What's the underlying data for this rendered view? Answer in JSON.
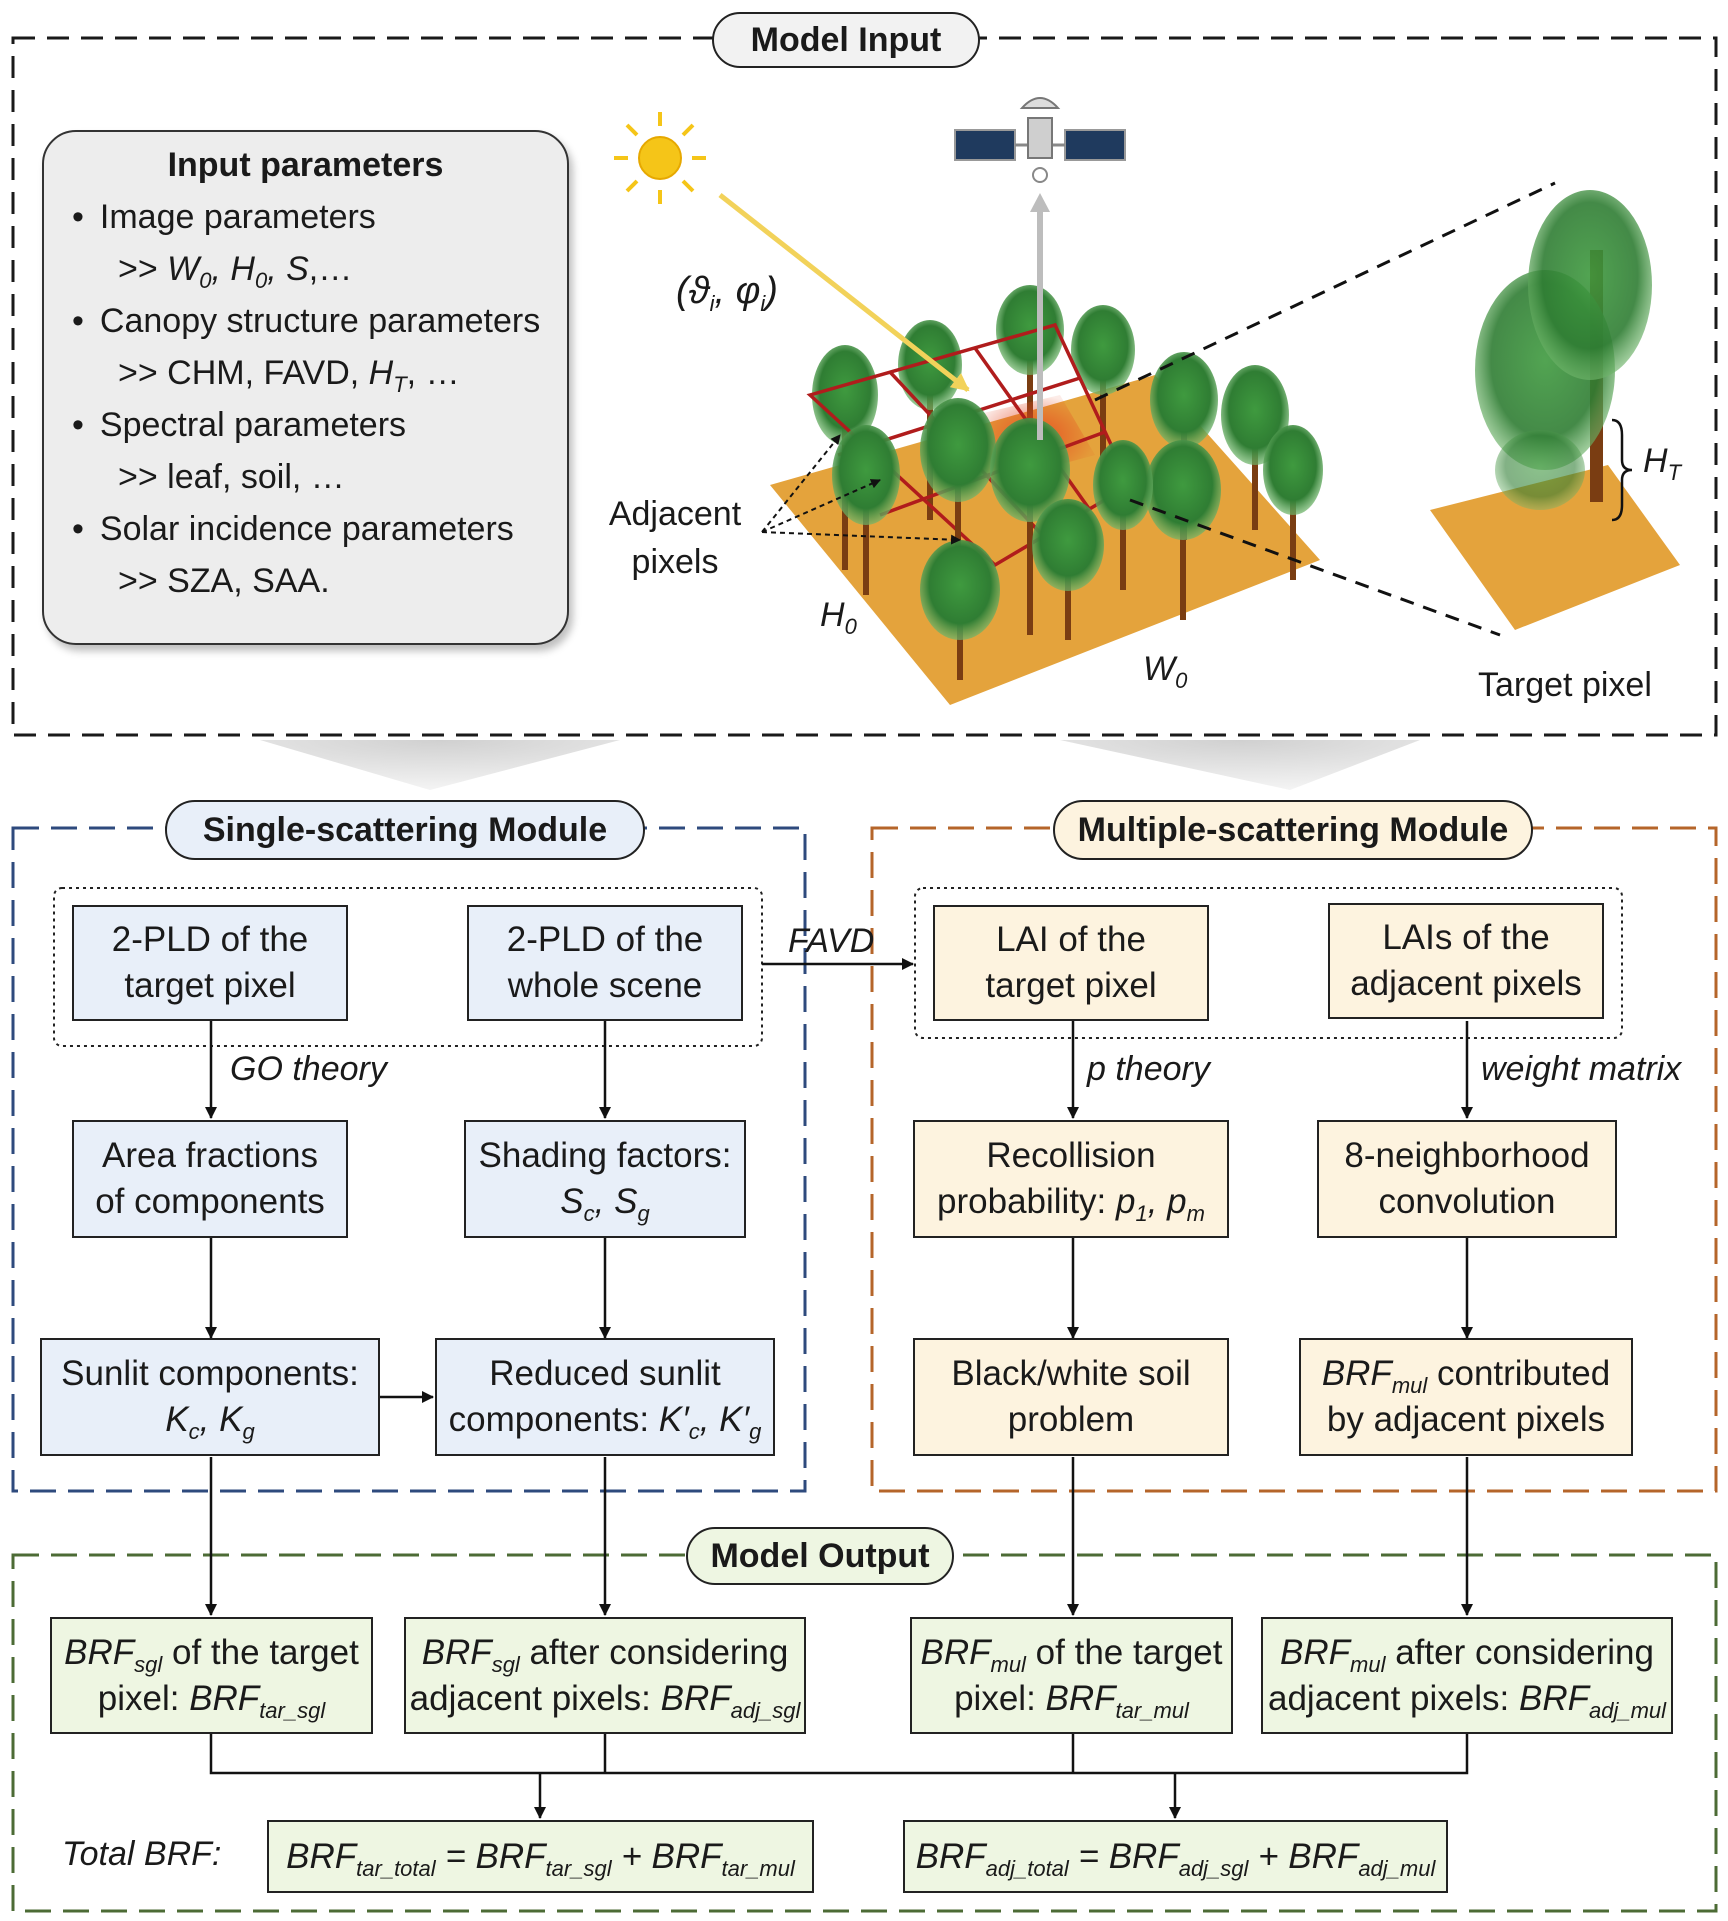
{
  "modules": {
    "input_title": "Model Input",
    "single_title": "Single-scattering Module",
    "multi_title": "Multiple-scattering Module",
    "output_title": "Model Output"
  },
  "input_panel": {
    "title": "Input parameters",
    "items": [
      {
        "label": "Image parameters",
        "detail_prefix": ">> ",
        "detail": "W0, H0, S,…"
      },
      {
        "label": "Canopy structure parameters",
        "detail_prefix": ">> ",
        "detail": "CHM, FAVD, HT, …"
      },
      {
        "label": "Spectral parameters",
        "detail_prefix": ">> ",
        "detail": "leaf, soil, …"
      },
      {
        "label": "Solar incidence parameters",
        "detail_prefix": ">> ",
        "detail": "SZA, SAA."
      }
    ]
  },
  "scene": {
    "angles": "(ϑi, φi)",
    "adjacent_label": [
      "Adjacent",
      "pixels"
    ],
    "h0": "H0",
    "w0": "W0",
    "ht": "HT",
    "target_pixel": "Target pixel"
  },
  "single": {
    "pld_target": [
      "2-PLD of the",
      "target pixel"
    ],
    "pld_scene": [
      "2-PLD of the",
      "whole scene"
    ],
    "go_theory": "GO theory",
    "area_fractions": [
      "Area fractions",
      "of components"
    ],
    "shading": [
      "Shading factors:",
      "Sc, Sg"
    ],
    "sunlit": [
      "Sunlit components:",
      "Kc, Kg"
    ],
    "reduced": [
      "Reduced sunlit",
      "components: K′c, K′g"
    ]
  },
  "favd_label": "FAVD",
  "multi": {
    "lai_target": [
      "LAI of the",
      "target pixel"
    ],
    "lai_adjacent": [
      "LAIs of the",
      "adjacent pixels"
    ],
    "p_theory": "p theory",
    "weight_matrix": "weight matrix",
    "recollision": [
      "Recollision",
      "probability: p1, pm"
    ],
    "neighborhood": [
      "8-neighborhood",
      "convolution"
    ],
    "soil_problem": [
      "Black/white soil",
      "problem"
    ],
    "brf_mul_adj": [
      "BRFmul contributed",
      "by adjacent pixels"
    ]
  },
  "output": {
    "sgl_target": [
      "BRFsgl of the target",
      "pixel: BRFtar_sgl"
    ],
    "sgl_adj": [
      "BRFsgl after considering",
      "adjacent pixels: BRFadj_sgl"
    ],
    "mul_target": [
      "BRFmul of the target",
      "pixel: BRFtar_mul"
    ],
    "mul_adj": [
      "BRFmul after considering",
      "adjacent pixels: BRFadj_mul"
    ],
    "total_label": "Total BRF:",
    "total_tar": "BRFtar_total = BRFtar_sgl + BRFtar_mul",
    "total_adj": "BRFadj_total = BRFadj_sgl + BRFadj_mul"
  },
  "colors": {
    "input_border": "#1a1a1a",
    "single_border": "#2e4a7d",
    "multi_border": "#b5652a",
    "output_border": "#4c6b35",
    "single_fill": "#e8eff9",
    "multi_fill": "#fdf3df",
    "output_fill": "#eef6e2",
    "grid_red": "#b01c1c",
    "ground": "#e4a33c",
    "sun": "#f5c518"
  }
}
